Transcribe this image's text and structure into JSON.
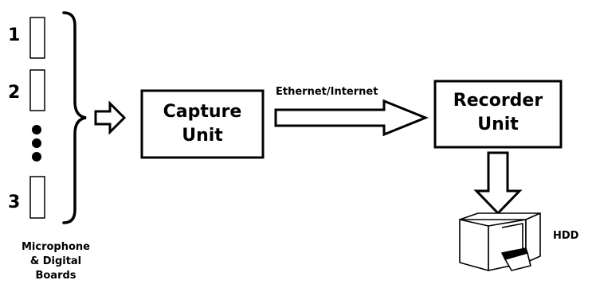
{
  "inputs": {
    "labels": [
      "1",
      "2",
      "3"
    ],
    "group_label_lines": [
      "Microphone",
      "& Digital",
      "Boards"
    ]
  },
  "capture_unit": {
    "lines": [
      "Capture",
      "Unit"
    ]
  },
  "link": {
    "label": "Ethernet/Internet"
  },
  "recorder_unit": {
    "lines": [
      "Recorder",
      "Unit"
    ]
  },
  "storage": {
    "label": "HDD",
    "icon": "hard-drive-icon"
  },
  "colors": {
    "stroke": "#000000",
    "fill": "#ffffff"
  }
}
